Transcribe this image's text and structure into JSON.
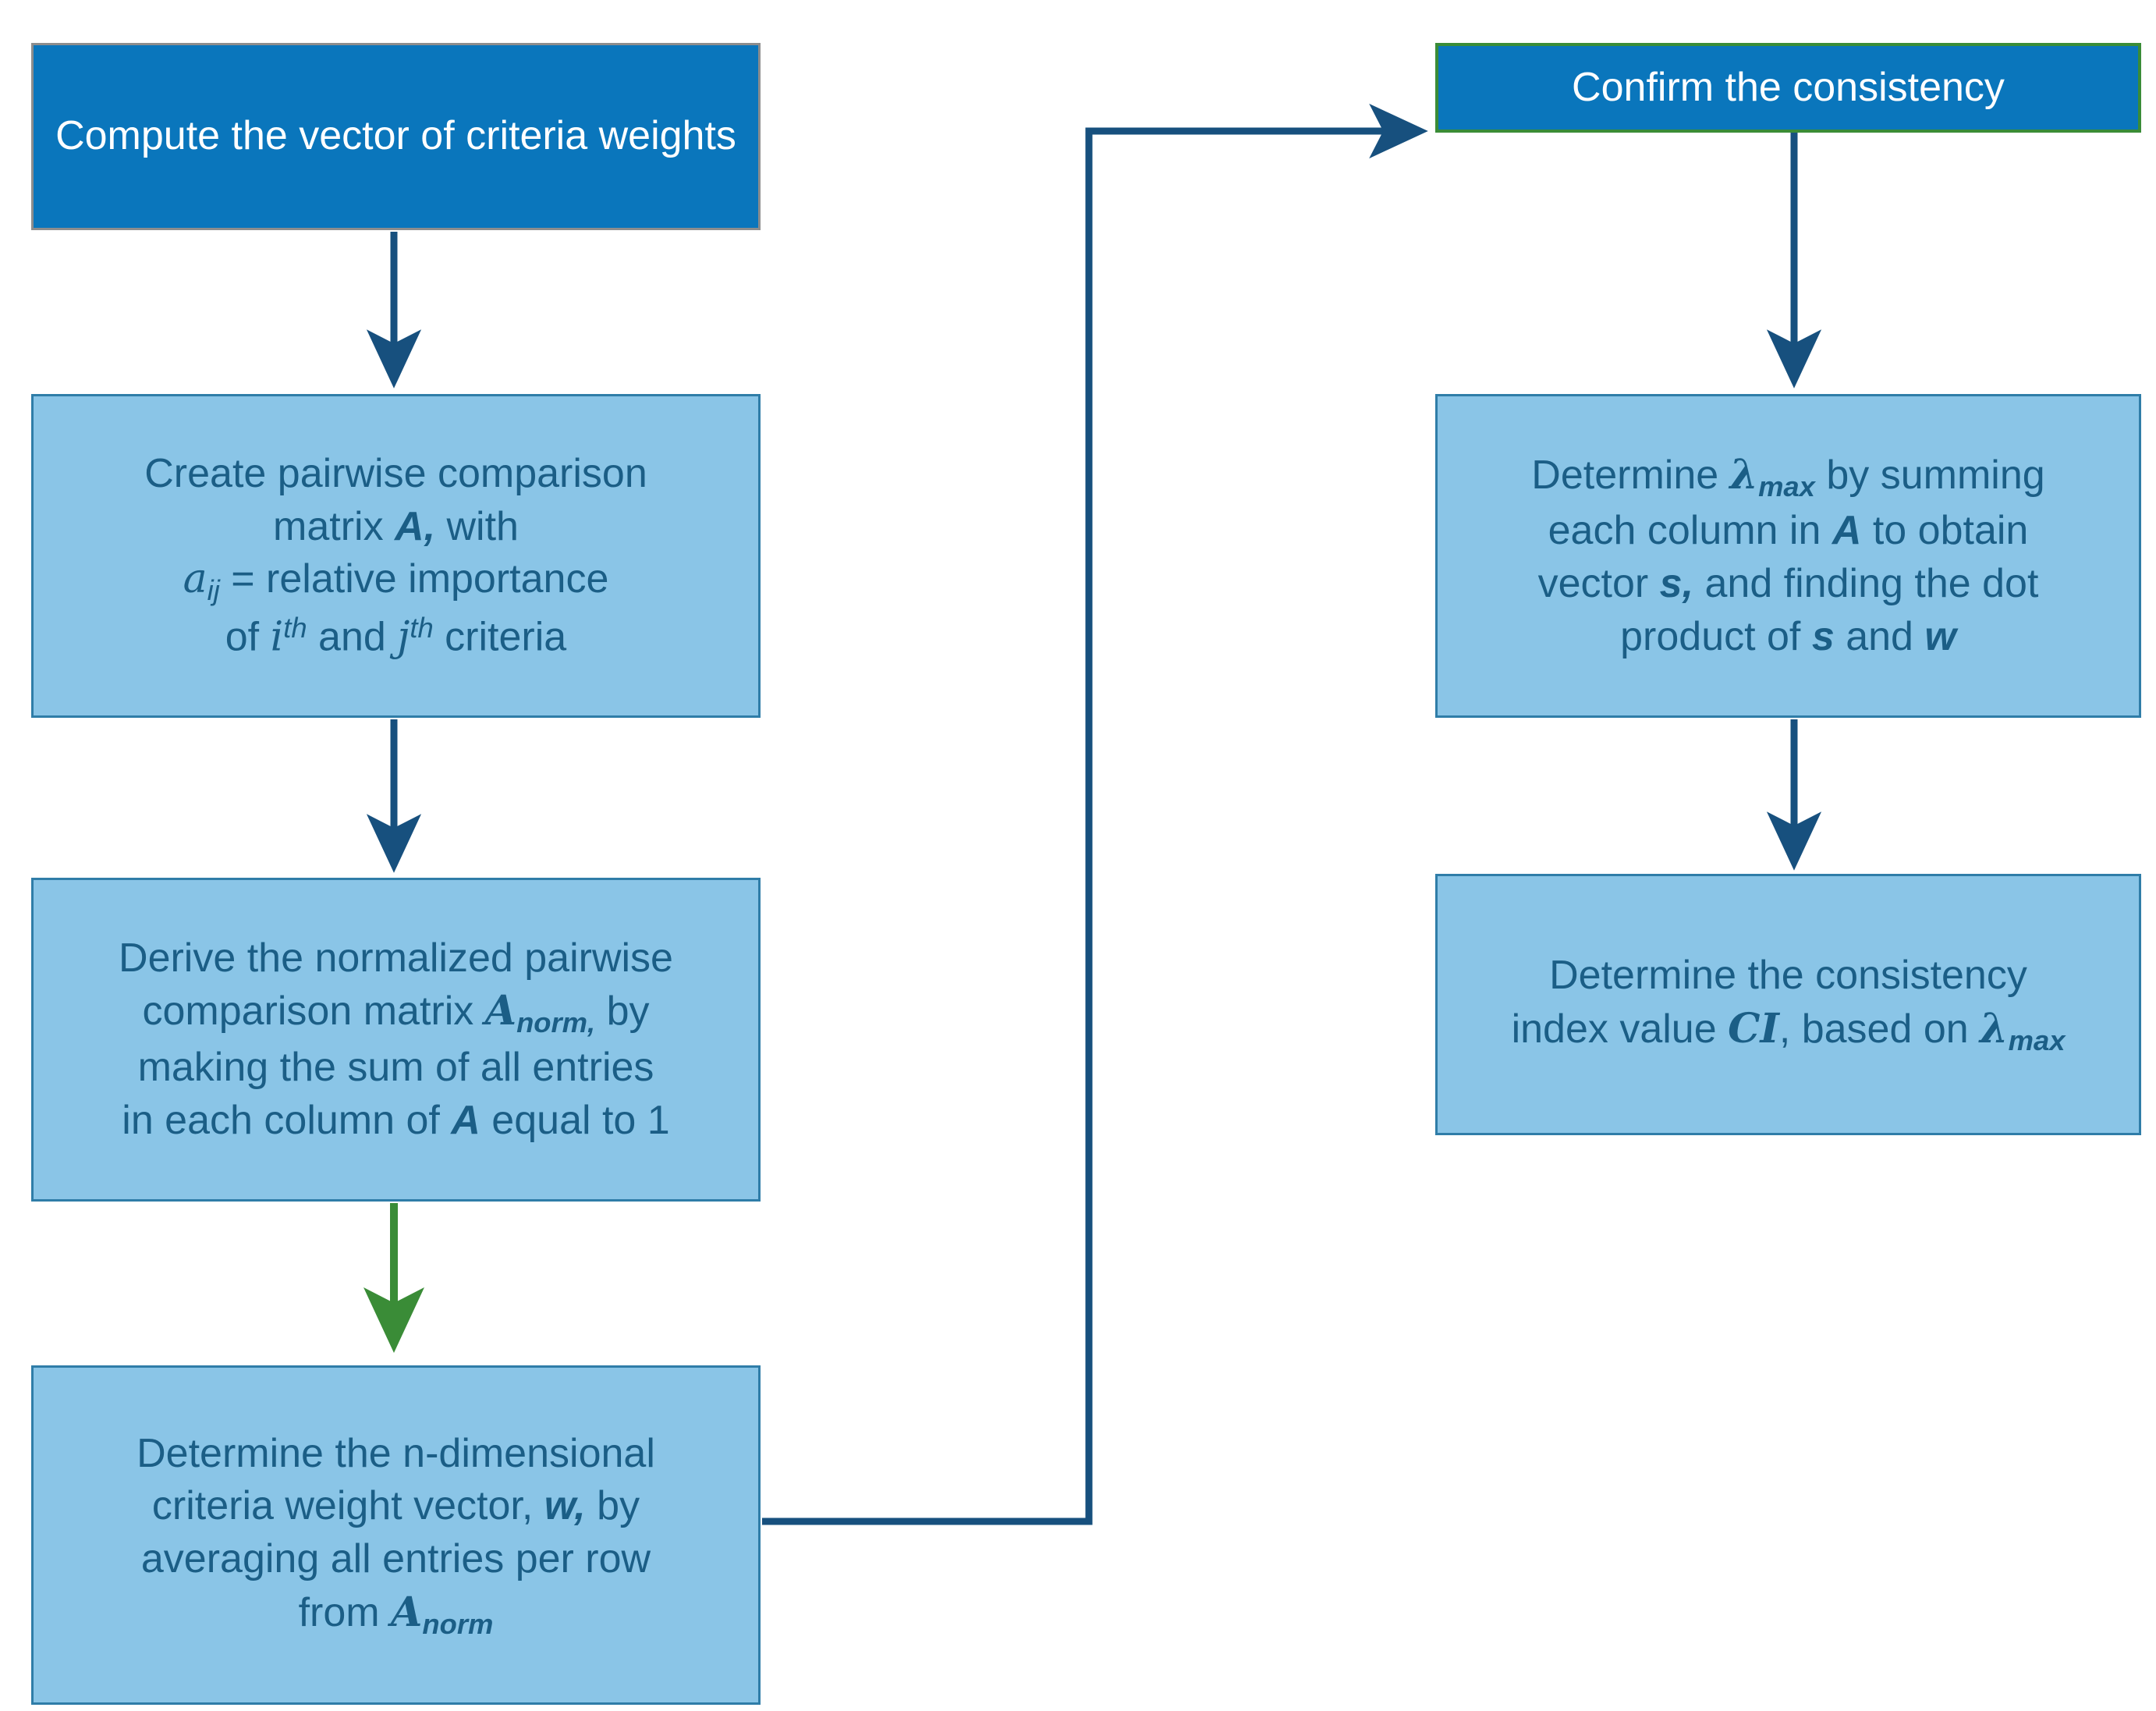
{
  "diagram": {
    "title": "AHP criteria weighting and consistency check flowchart",
    "type": "flowchart",
    "colors": {
      "primary_fill": "#0A76BC",
      "primary_text": "#FFFFFF",
      "secondary_fill": "#8AC5E7",
      "secondary_text": "#1B5E86",
      "connector": "#17507E",
      "connector_highlight": "#3A8C37",
      "background": "#FFFFFF"
    },
    "nodes": [
      {
        "id": "compute-weights",
        "style": "primary",
        "text": "Compute the vector of criteria weights"
      },
      {
        "id": "pairwise-matrix",
        "style": "secondary",
        "line1": "Create pairwise comparison",
        "line2_prefix": "matrix ",
        "line2_symbol": "A,",
        "line2_suffix": " with",
        "line3_symbol": "a",
        "line3_sub": "ij",
        "line3_text": " = relative importance",
        "line4_prefix": "of ",
        "line4_sym1": "i",
        "line4_sup1": "th",
        "line4_mid": " and ",
        "line4_sym2": "j",
        "line4_sup2": "th",
        "line4_suffix": " criteria"
      },
      {
        "id": "normalized-matrix",
        "style": "secondary",
        "line1": "Derive the normalized pairwise",
        "line2_prefix": "comparison matrix ",
        "line2_symbol": "A",
        "line2_sub": "norm,",
        "line2_suffix": " by",
        "line3": "making the sum of all entries",
        "line4_prefix": "in each column of ",
        "line4_symbol": "A",
        "line4_suffix": " equal to 1"
      },
      {
        "id": "weight-vector",
        "style": "secondary",
        "line1": "Determine the n-dimensional",
        "line2_prefix": "criteria weight vector, ",
        "line2_symbol": "w,",
        "line2_suffix": " by",
        "line3": "averaging all entries per row",
        "line4_prefix": "from ",
        "line4_symbol": "A",
        "line4_sub": "norm"
      },
      {
        "id": "confirm-consistency",
        "style": "primary",
        "text": "Confirm the consistency"
      },
      {
        "id": "determine-lambda-max",
        "style": "secondary",
        "line1_prefix": "Determine ",
        "line1_symbol": "λ",
        "line1_sub": "max",
        "line1_suffix": " by summing",
        "line2_prefix": "each column in ",
        "line2_symbol": "A",
        "line2_suffix": "  to obtain",
        "line3_prefix": "vector ",
        "line3_symbol": "s,",
        "line3_suffix": " and finding the dot",
        "line4_prefix": "product of ",
        "line4_symbol1": "s",
        "line4_mid": " and ",
        "line4_symbol2": "w"
      },
      {
        "id": "consistency-index",
        "style": "secondary",
        "line1": "Determine the consistency",
        "line2_prefix": "index value ",
        "line2_symbol": "CI",
        "line2_mid": ", based on ",
        "line2_symbol2": "λ",
        "line2_sub2": "max"
      }
    ],
    "connectors": [
      {
        "id": "compute-to-pairwise",
        "from": "compute-weights",
        "to": "pairwise-matrix",
        "color": "#17507E"
      },
      {
        "id": "pairwise-to-normalized",
        "from": "pairwise-matrix",
        "to": "normalized-matrix",
        "color": "#17507E"
      },
      {
        "id": "normalized-to-weightvector",
        "from": "normalized-matrix",
        "to": "weight-vector",
        "color": "#3A8C37"
      },
      {
        "id": "weightvector-to-confirm",
        "from": "weight-vector",
        "to": "confirm-consistency",
        "color": "#17507E"
      },
      {
        "id": "confirm-to-lambda",
        "from": "confirm-consistency",
        "to": "determine-lambda-max",
        "color": "#17507E"
      },
      {
        "id": "lambda-to-ci",
        "from": "determine-lambda-max",
        "to": "consistency-index",
        "color": "#17507E"
      }
    ]
  }
}
